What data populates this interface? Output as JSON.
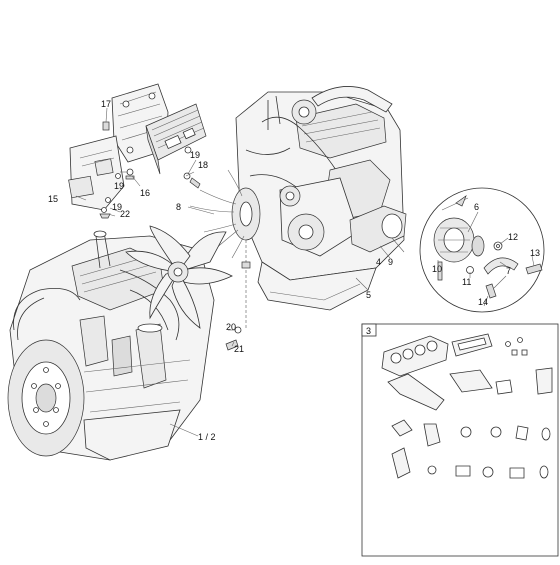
{
  "callouts": {
    "c1_2": "1 / 2",
    "c3": "3",
    "c4": "4",
    "c5": "5",
    "c6": "6",
    "c7": "7",
    "c8": "8",
    "c9": "9",
    "c10": "10",
    "c11": "11",
    "c12": "12",
    "c13": "13",
    "c14": "14",
    "c15": "15",
    "c16": "16",
    "c17": "17",
    "c18": "18",
    "c19a": "19",
    "c19b": "19",
    "c19c": "19",
    "c20": "20",
    "c21": "21",
    "c22": "22"
  }
}
